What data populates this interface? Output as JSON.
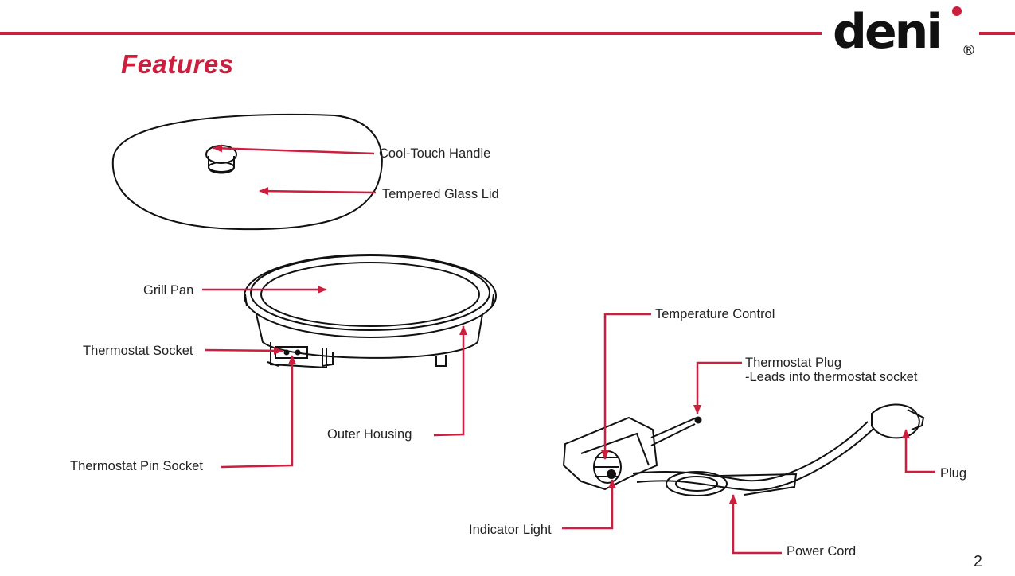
{
  "brand": {
    "logo_text": "deni",
    "registered_mark": "®",
    "accent_color": "#cc1f3e"
  },
  "page": {
    "title": "Features",
    "number": "2"
  },
  "labels": {
    "cool_touch_handle": "Cool-Touch Handle",
    "tempered_glass_lid": "Tempered Glass Lid",
    "grill_pan": "Grill Pan",
    "thermostat_socket": "Thermostat Socket",
    "outer_housing": "Outer Housing",
    "thermostat_pin_socket": "Thermostat Pin Socket",
    "temperature_control": "Temperature Control",
    "thermostat_plug_line1": "Thermostat Plug",
    "thermostat_plug_line2": "-Leads into thermostat socket",
    "plug": "Plug",
    "indicator_light": "Indicator Light",
    "power_cord": "Power Cord"
  }
}
